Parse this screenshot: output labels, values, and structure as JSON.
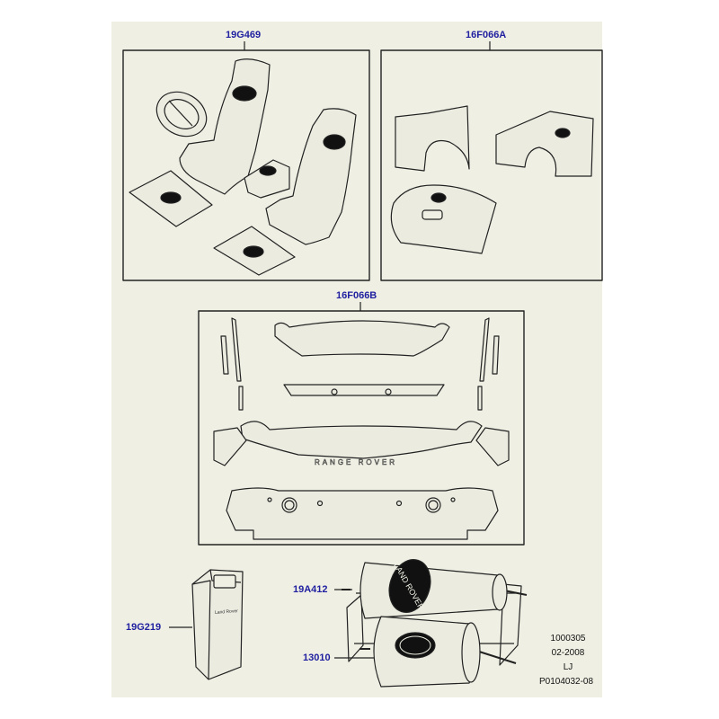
{
  "colors": {
    "background": "#efefe4",
    "callout": "#2020a0",
    "line": "#222222",
    "part_fill": "#ebebe0"
  },
  "callouts": {
    "seat_covers": "19G469",
    "wing_covers": "16F066A",
    "body_protection": "16F066B",
    "cleaning_kit": "19G219",
    "roll_upper": "19A412",
    "roll_lower": "13010"
  },
  "reference": {
    "code": "1000305",
    "date": "02-2008",
    "initials": "LJ",
    "illustration": "P0104032-08"
  },
  "decor_text": {
    "bumper_lettering": "RANGE ROVER",
    "kit_label": "Land Rover",
    "roll_label": "LAND ROVER"
  }
}
